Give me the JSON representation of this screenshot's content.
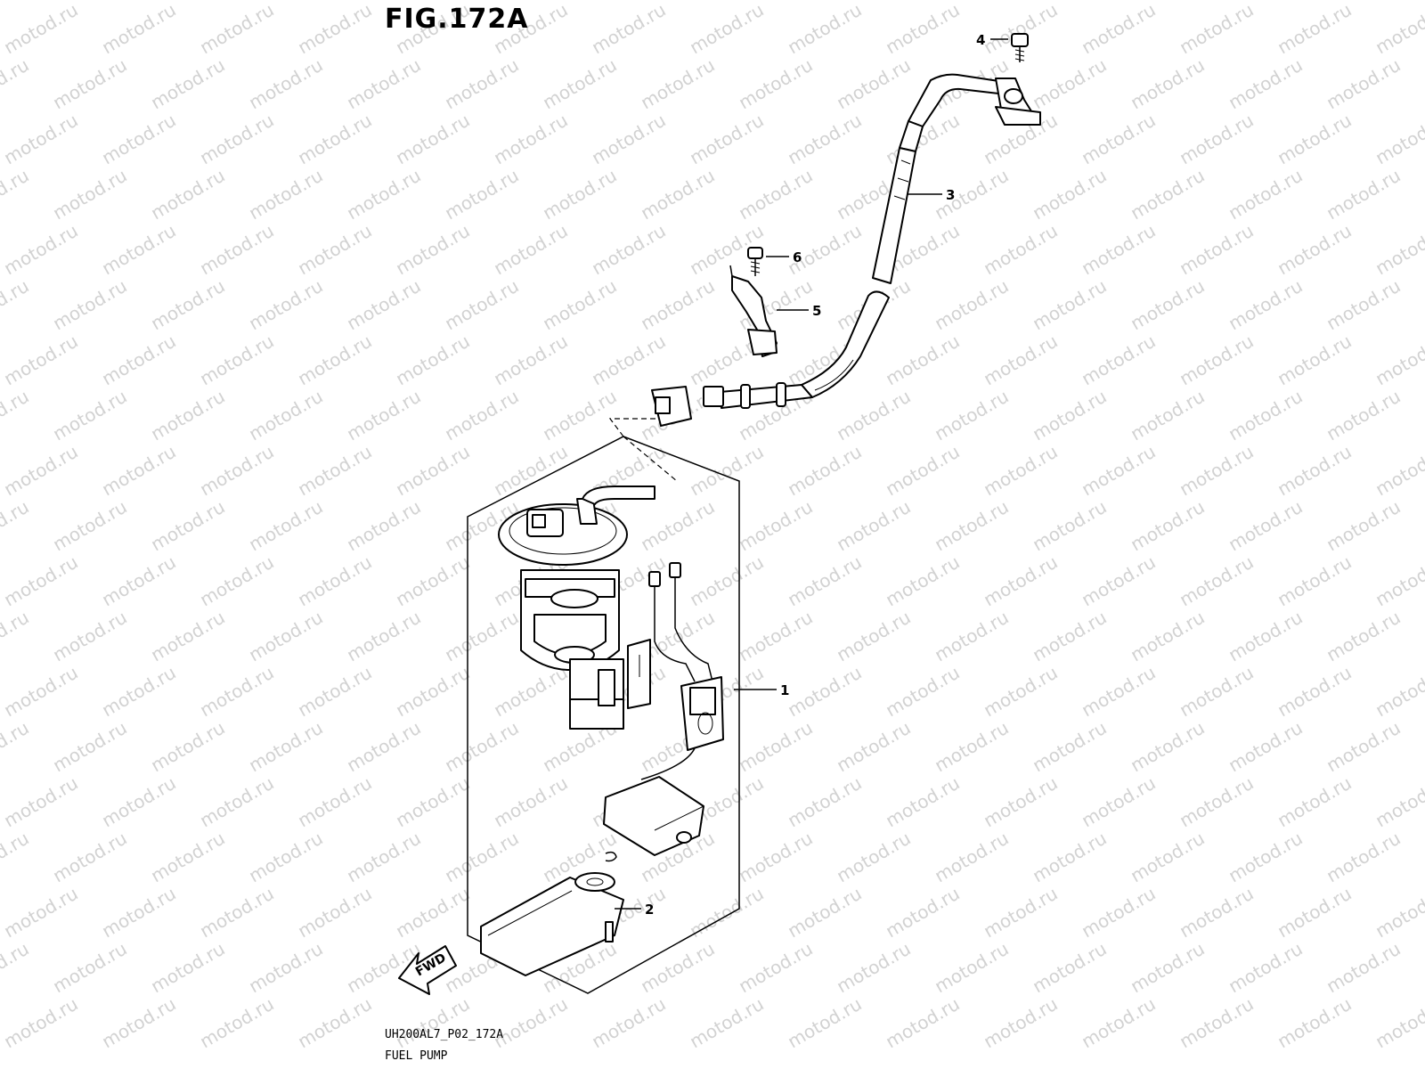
{
  "figure": {
    "title": "FIG.172A",
    "code": "UH200AL7_P02_172A",
    "name": "FUEL PUMP"
  },
  "watermark": "motod.ru",
  "callouts": [
    {
      "number": "1",
      "part": "fuel-pump-assembly"
    },
    {
      "number": "2",
      "part": "fuel-filter"
    },
    {
      "number": "3",
      "part": "fuel-hose"
    },
    {
      "number": "4",
      "part": "bolt"
    },
    {
      "number": "5",
      "part": "hose-clamp"
    },
    {
      "number": "6",
      "part": "bolt"
    }
  ],
  "direction_arrow": "FWD"
}
